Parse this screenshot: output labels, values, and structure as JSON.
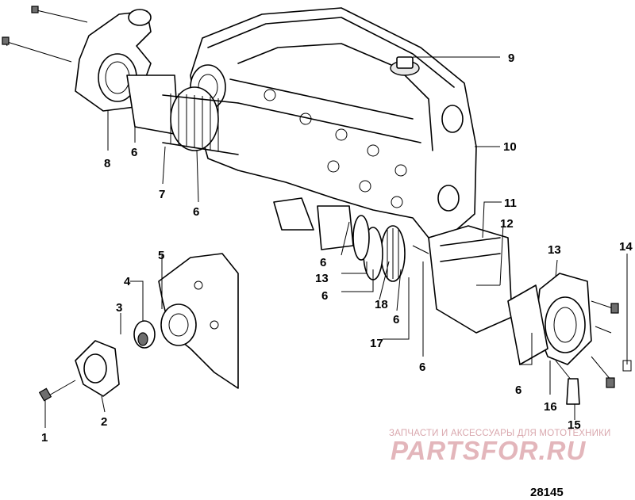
{
  "figure_number": "28145",
  "watermark": {
    "tagline": "ЗАПЧАСТИ И АКСЕССУАРЫ ДЛЯ МОТОТЕХНИКИ",
    "brand": "PARTSFOR.RU",
    "color": "#e3b6bb"
  },
  "callouts": {
    "c1": "1",
    "c2": "2",
    "c3": "3",
    "c4": "4",
    "c5": "5",
    "c6a": "6",
    "c6b": "6",
    "c6c": "6",
    "c6d": "6",
    "c6e": "6",
    "c6f": "6",
    "c6g": "6",
    "c7": "7",
    "c8": "8",
    "c9": "9",
    "c10": "10",
    "c11": "11",
    "c12": "12",
    "c13a": "13",
    "c13b": "13",
    "c14": "14",
    "c15": "15",
    "c16": "16",
    "c17": "17",
    "c18": "18"
  }
}
